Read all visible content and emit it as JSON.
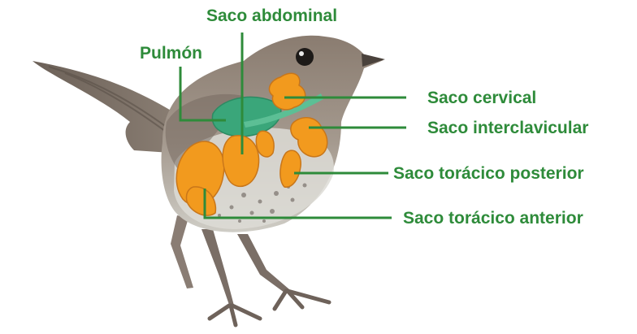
{
  "colors": {
    "label_green": "#2e8b3a",
    "air_sac_orange": "#f29a1e",
    "lung_green": "#3aa67a",
    "body_gray_brown": "#8f8378",
    "belly_light": "#dcdcd6"
  },
  "labels": {
    "saco_abdominal": "Saco abdominal",
    "pulmon": "Pulmón",
    "saco_cervical": "Saco cervical",
    "saco_interclavicular": "Saco interclavicular",
    "saco_toracico_posterior": "Saco torácico posterior",
    "saco_toracico_anterior": "Saco torácico anterior"
  }
}
